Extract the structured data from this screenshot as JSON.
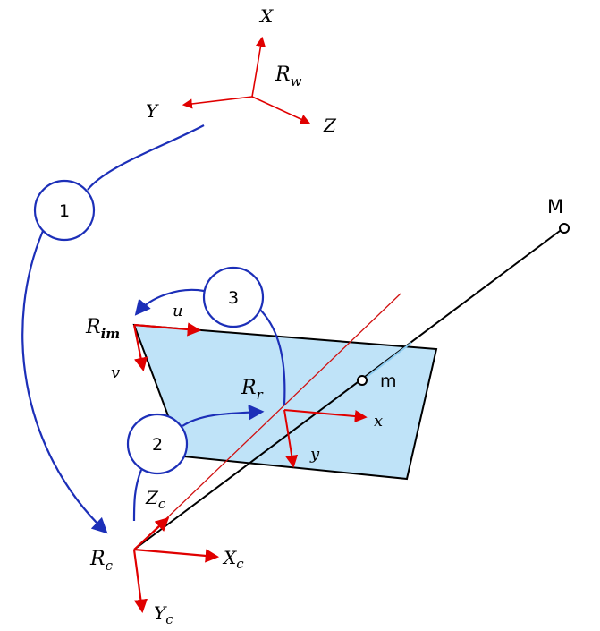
{
  "frames": {
    "world": {
      "name": "R",
      "sub": "w",
      "axes": {
        "x": "X",
        "y": "Y",
        "z": "Z"
      }
    },
    "image": {
      "name": "R",
      "sub": "im",
      "axes": {
        "u": "u",
        "v": "v"
      }
    },
    "retina": {
      "name": "R",
      "sub": "r",
      "axes": {
        "x": "x",
        "y": "y"
      }
    },
    "camera": {
      "name": "R",
      "sub": "c",
      "axes": {
        "x": "X",
        "x_sub": "c",
        "y": "Y",
        "y_sub": "c",
        "z": "Z",
        "z_sub": "c"
      }
    }
  },
  "points": {
    "world_point": "M",
    "image_point": "m"
  },
  "transforms": [
    "1",
    "2",
    "3"
  ],
  "colors": {
    "axis": "#e00000",
    "transform": "#1c2fb8",
    "plane": "#bfe3f8",
    "ray": "#000000",
    "optical_axis": "#d01010"
  }
}
